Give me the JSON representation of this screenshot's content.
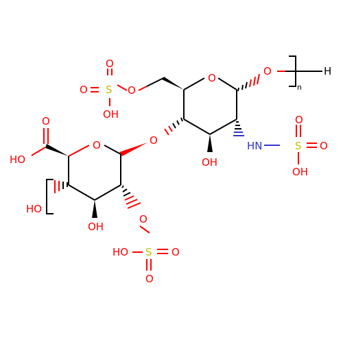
{
  "molecule": {
    "labels": {
      "o_ring_right": "O",
      "o_anomeric": "O",
      "n_repeat": "n",
      "h_terminal": "H",
      "o_sulfate6": "O",
      "s_sulfate6": "S",
      "o_sulfate6_up": "O",
      "o_sulfate6_left": "O",
      "oh_sulfate6": "OH",
      "o_glyco": "O",
      "oh_right_c3": "OH",
      "nh": "HN",
      "s_nsulf": "S",
      "o_nsulf_up": "O",
      "o_nsulf_right": "O",
      "oh_nsulf": "OH",
      "o_carbonyl": "O",
      "ho_acid": "HO",
      "o_ring_left": "O",
      "ho_left_c4": "HO",
      "oh_left_c3": "OH",
      "o_sulfate2": "O",
      "s_sulfate2": "S",
      "ho_sulfate2": "HO",
      "o_sulfate2_right": "O",
      "o_sulfate2_down": "O"
    },
    "colors": {
      "oxygen": "#ff0000",
      "sulfur": "#bfbf00",
      "nitrogen": "#3333cc",
      "carbon": "#000000"
    }
  }
}
